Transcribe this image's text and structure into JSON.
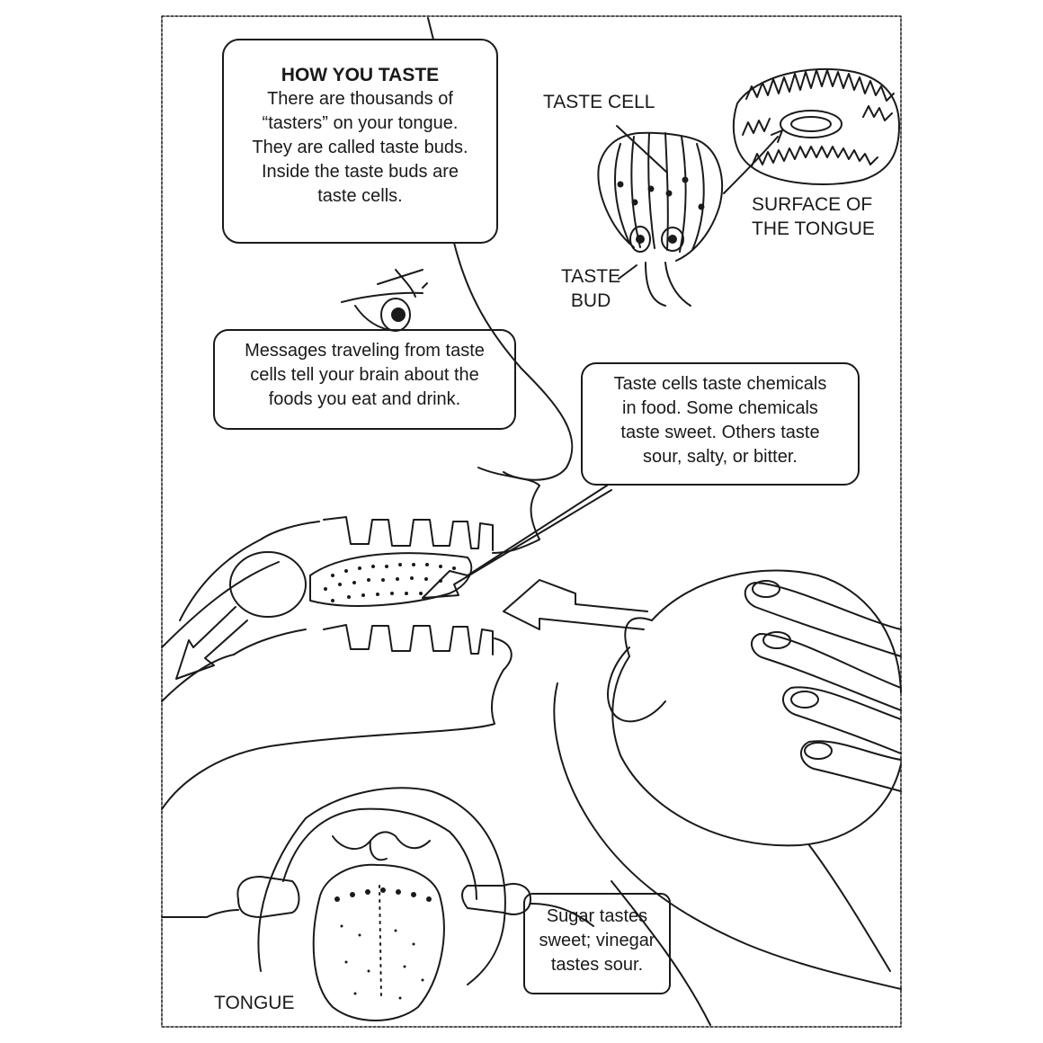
{
  "how_you_taste": {
    "title": "HOW YOU TASTE",
    "body": "There are thousands of\n“tasters” on your tongue.\nThey are called taste buds.\nInside the taste buds are\ntaste cells."
  },
  "labels": {
    "taste_cell": "TASTE CELL",
    "surface_of_tongue": "SURFACE OF\nTHE TONGUE",
    "taste_bud": "TASTE\nBUD",
    "tongue": "TONGUE"
  },
  "callouts": {
    "messages": "Messages traveling from taste\ncells tell your brain about the\nfoods you eat and drink.",
    "chemicals": "Taste cells taste chemicals\nin food. Some chemicals\ntaste sweet. Others taste\nsour, salty, or bitter.",
    "sugar": "Sugar tastes\nsweet; vinegar\ntastes sour."
  },
  "icons": [
    "taste-bud-icon",
    "tongue-surface-icon",
    "head-profile-icon",
    "hand-with-fruit-icon",
    "open-mouth-icon",
    "arrow-icon"
  ]
}
